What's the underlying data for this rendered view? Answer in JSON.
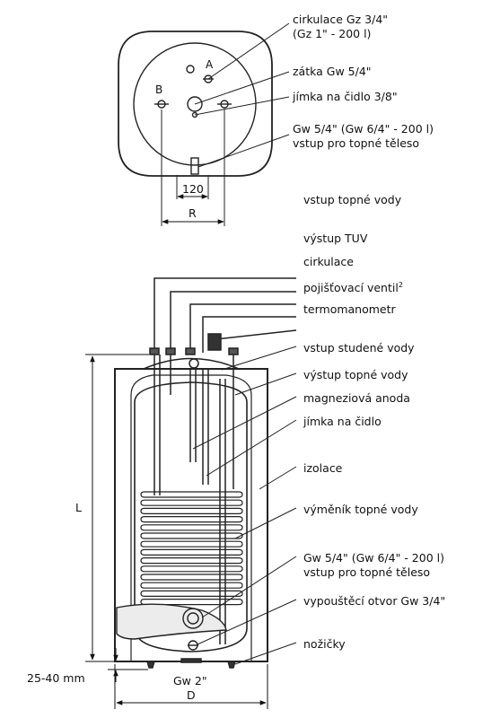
{
  "top_view": {
    "labels": {
      "circulation": "cirkulace Gz 3/4\"",
      "circulation_note": "(Gz 1\" - 200 l)",
      "plug": "zátka Gw 5/4\"",
      "sensor_well": "jímka na čidlo 3/8\"",
      "heater_inlet": "Gw 5/4\" (Gw 6/4\" - 200 l)",
      "heater_inlet_note": "vstup pro topné těleso"
    },
    "markers": {
      "a": "A",
      "b": "B"
    },
    "dimensions": {
      "spacing": "120",
      "radius": "R"
    }
  },
  "side_view": {
    "labels": {
      "heating_water_in": "vstup topné vody",
      "hot_water_out": "výstup TUV",
      "circulation": "cirkulace",
      "safety_valve": "pojišťovací ventil",
      "safety_valve_sup": "2",
      "thermomanometer": "termomanometr",
      "cold_water_in": "vstup studené vody",
      "heating_water_out": "výstup topné vody",
      "magnesium_anode": "magneziová anoda",
      "sensor_well": "jímka na čidlo",
      "insulation": "izolace",
      "heat_exchanger": "výměník topné vody",
      "heater_inlet": "Gw 5/4\" (Gw 6/4\" - 200 l)",
      "heater_inlet_note": "vstup pro topné těleso",
      "drain": "vypouštěcí otvor Gw 3/4\"",
      "feet": "nožičky"
    },
    "dimensions": {
      "length": "L",
      "diameter": "D",
      "feet_height": "25-40 mm",
      "bottom_thread": "Gw 2\""
    }
  }
}
